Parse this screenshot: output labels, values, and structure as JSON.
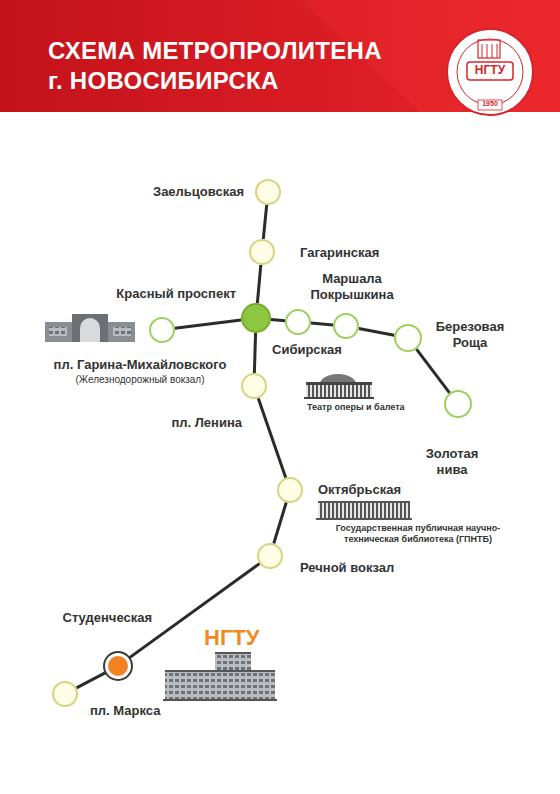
{
  "diagram": {
    "title": "СХЕМА МЕТРОПРОЛИТЕНА г. НОВОСИБИРСКА",
    "nodes": [
      {
        "text": [
          "Заельцовская"
        ]
      },
      {
        "text": [
          "Гагаринская"
        ]
      },
      {
        "text": [
          "Красный проспект"
        ]
      },
      {
        "text": [
          "Маршала Покрышкина"
        ]
      },
      {
        "text": [
          "Березовая Роща"
        ]
      },
      {
        "text": [
          "пл. Гарина-Михайловского",
          "(Железнодорожный вокзал)"
        ]
      },
      {
        "text": [
          "Сибирская"
        ]
      },
      {
        "text": [
          "Золотая нива"
        ]
      },
      {
        "text": [
          "пл. Ленина"
        ]
      },
      {
        "text": [
          "Октябрьская"
        ]
      },
      {
        "text": [
          "Речной вокзал"
        ]
      },
      {
        "text": [
          "Студенческая"
        ]
      },
      {
        "text": [
          "пл. Маркса"
        ]
      }
    ],
    "edges": [
      {
        "from": 0,
        "to": 1,
        "arrow": "none"
      },
      {
        "from": 1,
        "to": 2,
        "arrow": "none"
      },
      {
        "from": 2,
        "to": 5,
        "arrow": "none"
      },
      {
        "from": 2,
        "to": 6,
        "arrow": "none"
      },
      {
        "from": 6,
        "to": 3,
        "arrow": "none"
      },
      {
        "from": 3,
        "to": 4,
        "arrow": "none"
      },
      {
        "from": 4,
        "to": 7,
        "arrow": "none"
      },
      {
        "from": 2,
        "to": 8,
        "arrow": "none"
      },
      {
        "from": 8,
        "to": 9,
        "arrow": "none"
      },
      {
        "from": 9,
        "to": 10,
        "arrow": "none"
      },
      {
        "from": 10,
        "to": 11,
        "arrow": "none"
      },
      {
        "from": 11,
        "to": 12,
        "arrow": "none"
      }
    ],
    "labels": [
      "Театр оперы и балета",
      "Государственная публичная научно-техническая библиотека (ГПНТБ)",
      "НГТУ",
      "НГТУ",
      "1950"
    ]
  }
}
